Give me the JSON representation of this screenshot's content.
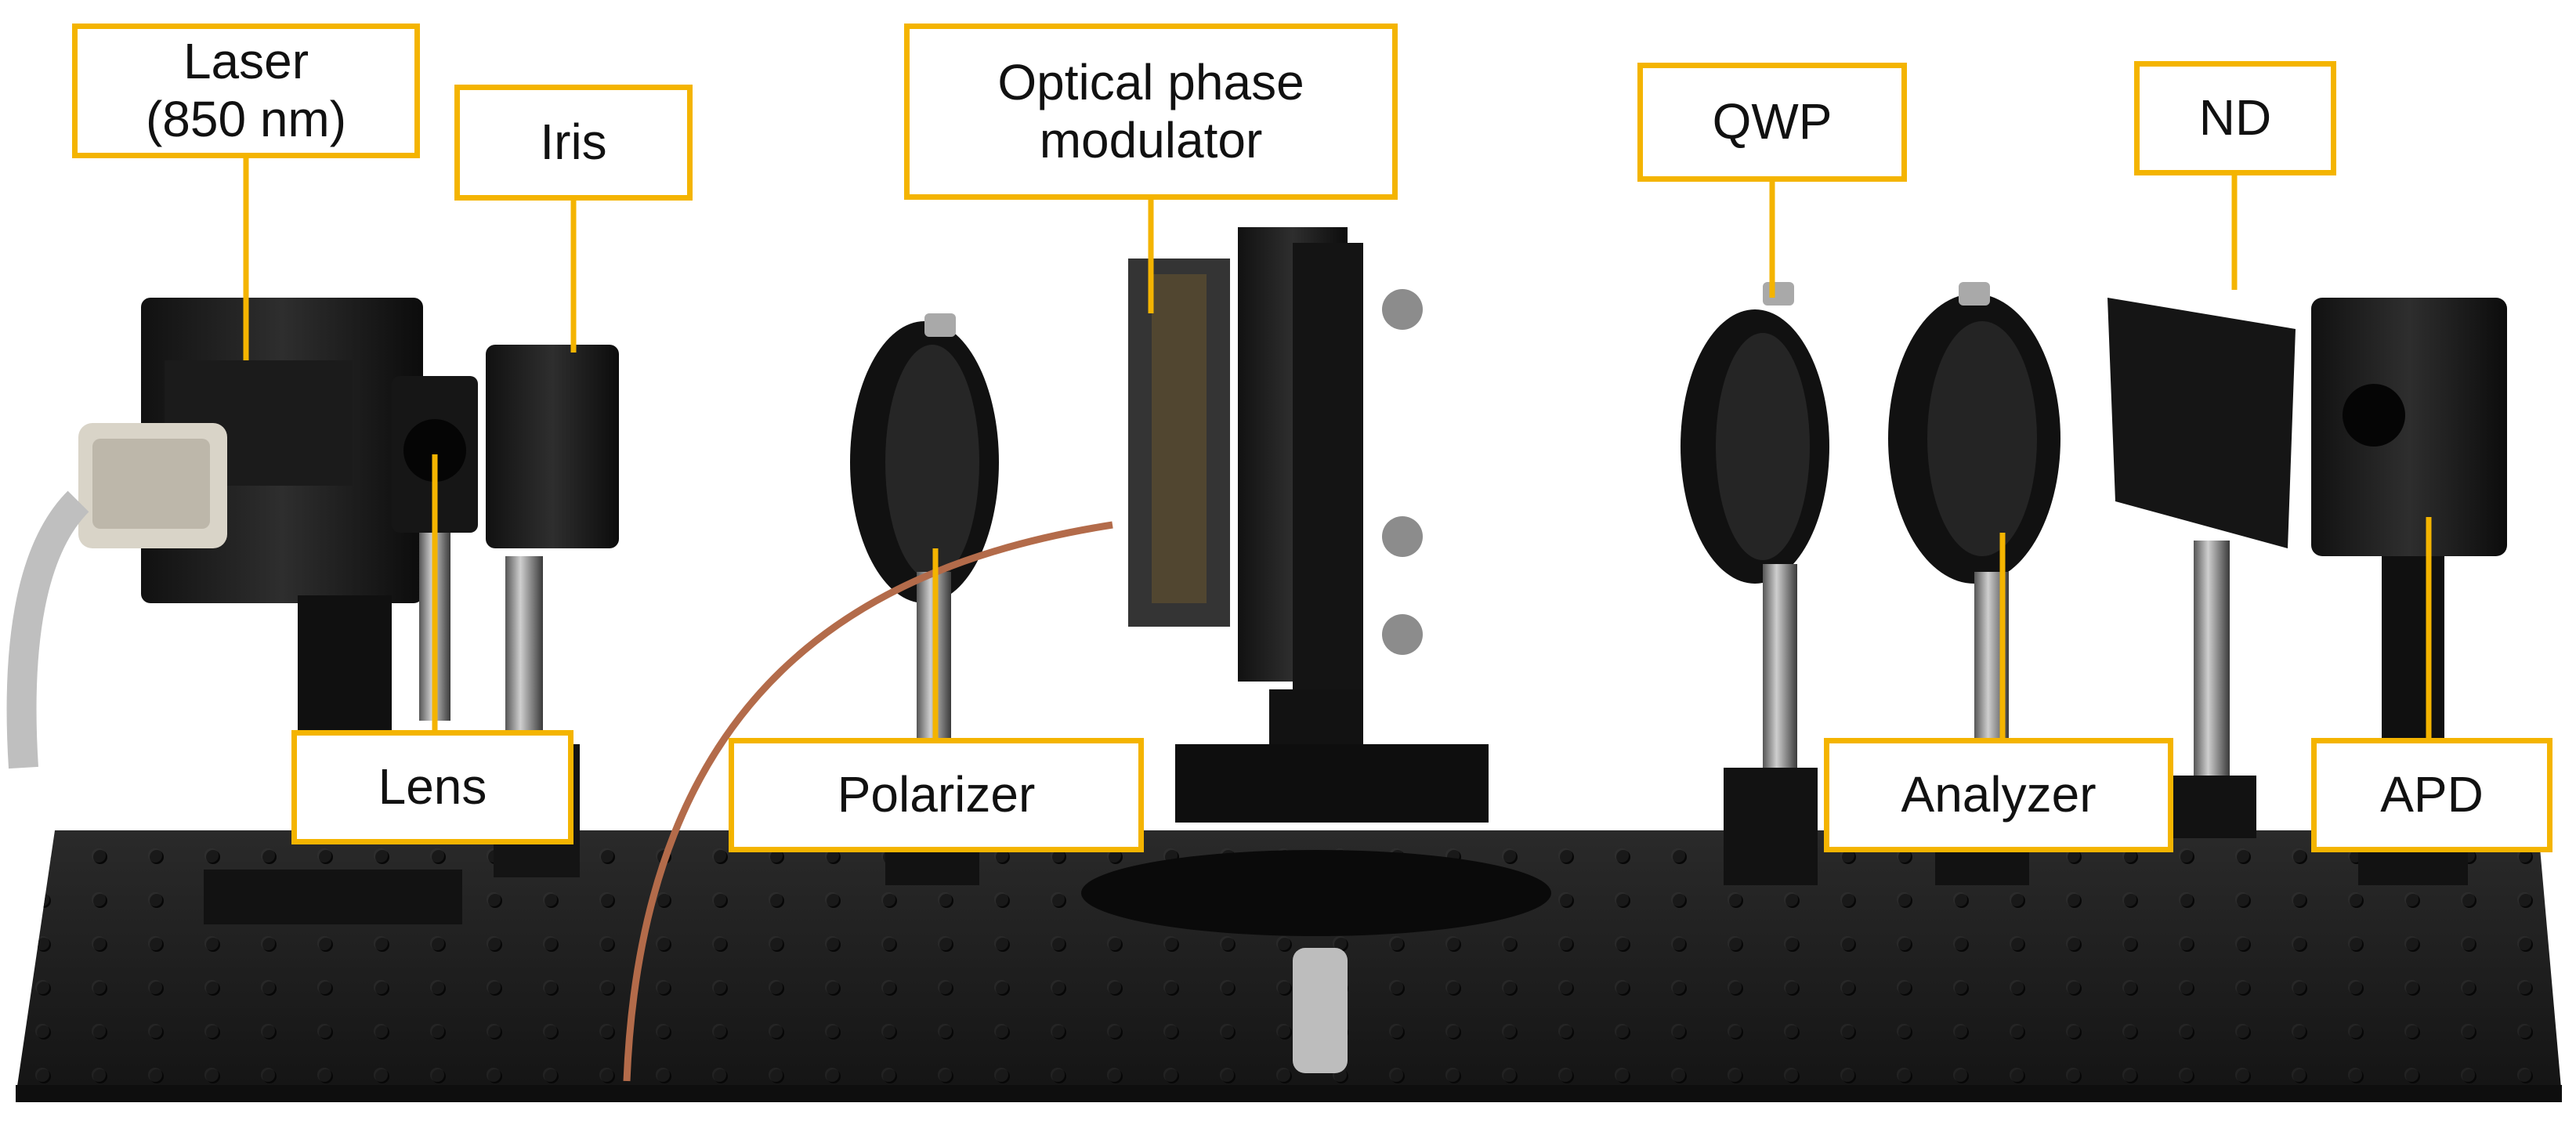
{
  "image": {
    "subject": "optical-table-setup",
    "callout_color": "#F4B400",
    "table_color": "#1c1c1c"
  },
  "labels": {
    "laser": "Laser\n(850 nm)",
    "iris": "Iris",
    "optical_phase_modulator": "Optical phase\nmodulator",
    "qwp": "QWP",
    "nd": "ND",
    "lens": "Lens",
    "polarizer": "Polarizer",
    "analyzer": "Analyzer",
    "apd": "APD"
  }
}
